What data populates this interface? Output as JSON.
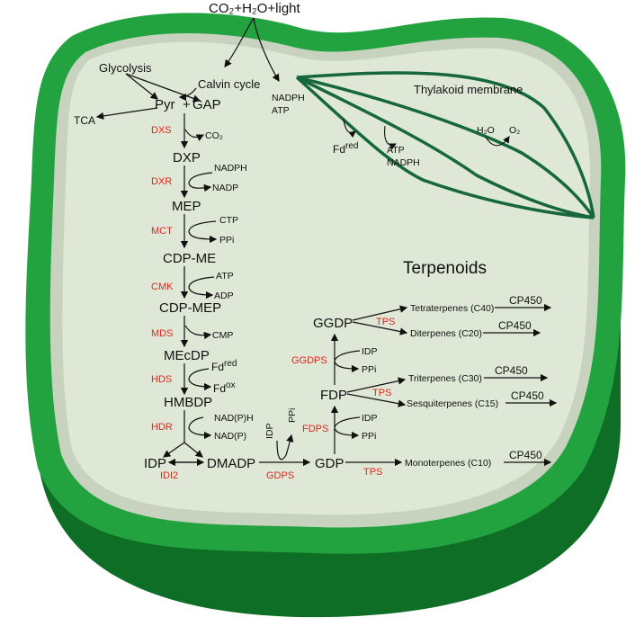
{
  "colors": {
    "outer_green": "#1f9a3a",
    "outer_green_dark": "#0f6e26",
    "stroma": "#dfe8d6",
    "rim": "#c9d3c2",
    "thylakoid": "#16683a",
    "enzyme": "#e0271f"
  },
  "inputs": {
    "light": "CO₂+H₂O+light",
    "glycolysis": "Glycolysis",
    "calvin": "Calvin cycle",
    "nadph": "NADPH",
    "atp": "ATP",
    "tca": "TCA"
  },
  "thylakoid": {
    "label": "Thylakoid membrane",
    "fd_red": "Fd",
    "fd_red_sup": "red",
    "atp": "ATP",
    "nadph": "NADPH",
    "h2o": "H₂O",
    "o2": "O₂"
  },
  "mep_pathway": {
    "pyr": "Pyr",
    "plus": "+",
    "gap": "GAP",
    "dxs": "DXS",
    "co2": "CO₂",
    "dxp": "DXP",
    "dxr_nadph": "NADPH",
    "dxr": "DXR",
    "dxr_nadp": "NADP",
    "mep": "MEP",
    "ctp": "CTP",
    "mct": "MCT",
    "ppi": "PPi",
    "cdp_me": "CDP-ME",
    "cmk_atp": "ATP",
    "cmk": "CMK",
    "adp": "ADP",
    "cdp_mep": "CDP-MEP",
    "mds": "MDS",
    "cmp": "CMP",
    "mecdp": "MEcDP",
    "hds": "HDS",
    "fd_red": "Fd",
    "fd_red_sup": "red",
    "fd_ox": "Fd",
    "fd_ox_sup": "ox",
    "hmbdp": "HMBDP",
    "hdr": "HDR",
    "nadph": "NAD(P)H",
    "nadp": "NAD(P)",
    "idp": "IDP",
    "idi2": "IDI2",
    "dmadp": "DMADP",
    "gdps_idp": "IDP",
    "gdps_ppi": "PPi",
    "gdps": "GDPS"
  },
  "terpenoids": {
    "title": "Terpenoids",
    "gdp": "GDP",
    "tps_mono": "TPS",
    "mono": "Monoterpenes (C10)",
    "cp_mono": "CP450",
    "fdps": "FDPS",
    "fdps_idp": "IDP",
    "fdps_ppi": "PPi",
    "fdp": "FDP",
    "tps_fdp": "TPS",
    "tri": "Triterpenes (C30)",
    "cp_tri": "CP450",
    "sesqui": "Sesquiterpenes (C15)",
    "cp_sesqui": "CP450",
    "ggdps": "GGDPS",
    "ggdps_idp": "IDP",
    "ggdps_ppi": "PPi",
    "ggdp": "GGDP",
    "tps_ggdp": "TPS",
    "tetra": "Tetraterpenes (C40)",
    "cp_tetra": "CP450",
    "di": "Diterpenes (C20)",
    "cp_di": "CP450"
  }
}
